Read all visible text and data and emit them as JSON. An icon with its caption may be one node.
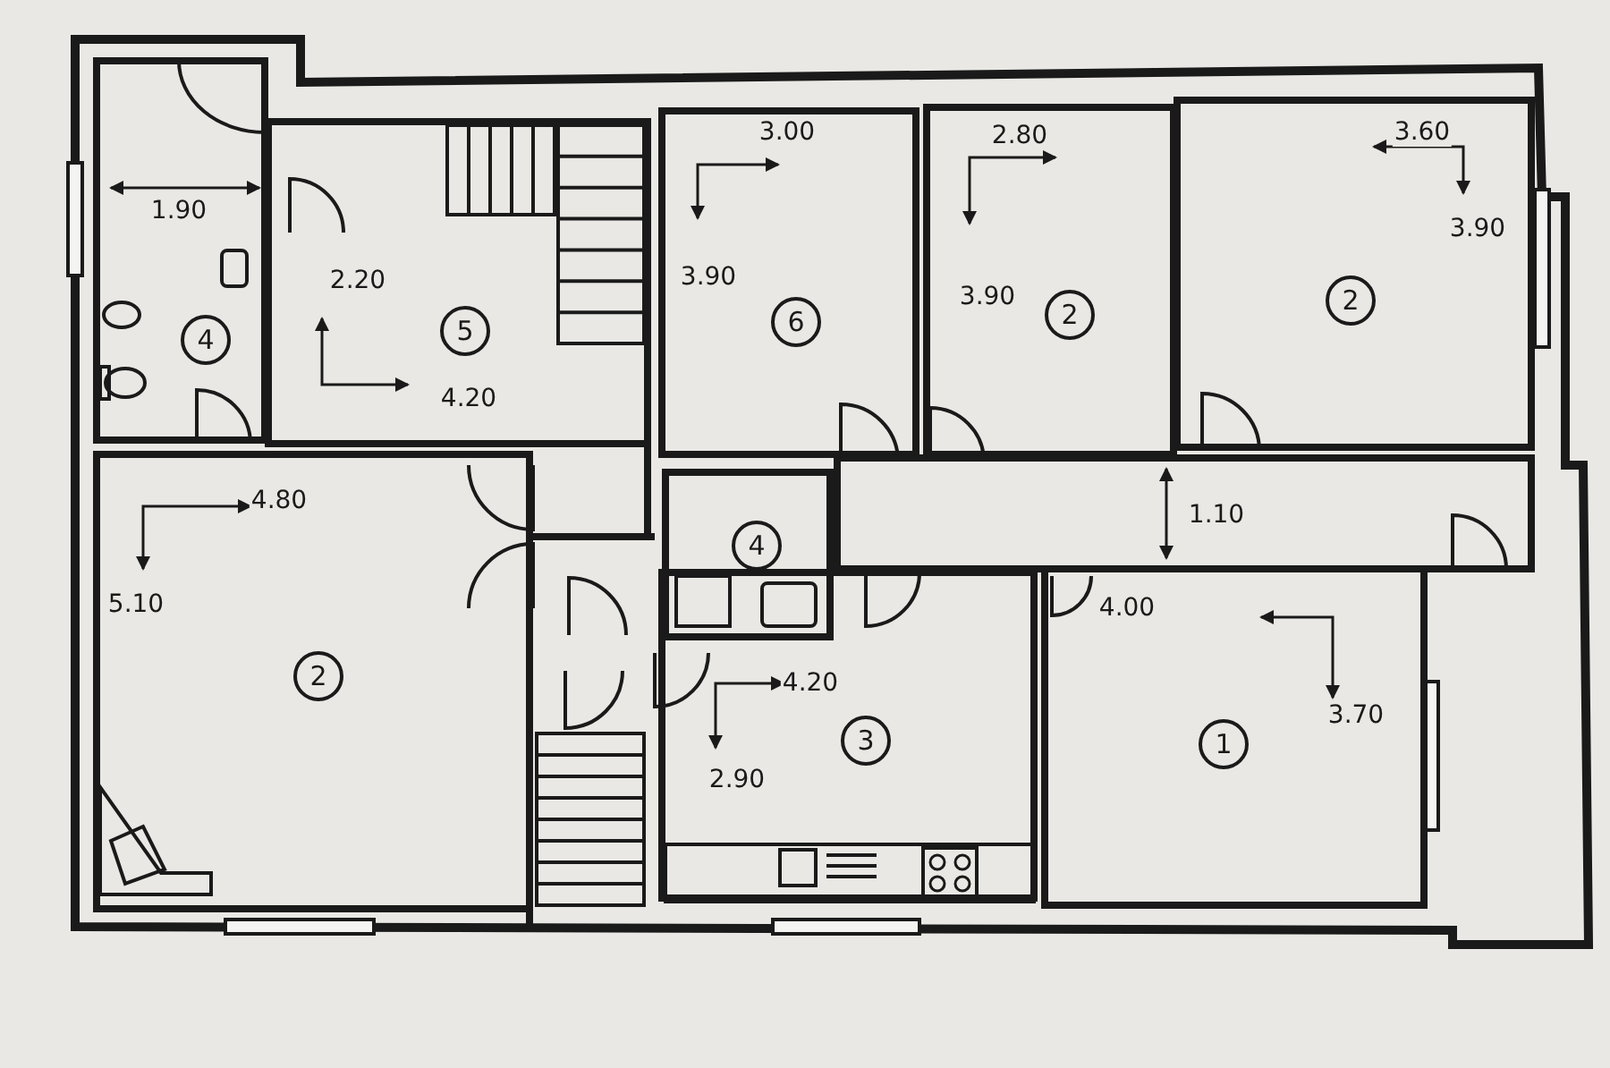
{
  "diagram": {
    "nodes": [
      {
        "text": [
          "1.90",
          "4"
        ]
      },
      {
        "text": [
          "2.20",
          "5",
          "4.20"
        ]
      },
      {
        "text": [
          "3.00",
          "3.90",
          "6"
        ]
      },
      {
        "text": [
          "2.80",
          "3.90",
          "2"
        ]
      },
      {
        "text": [
          "3.60",
          "3.90",
          "2"
        ]
      },
      {
        "text": [
          "4.80",
          "5.10",
          "2"
        ]
      },
      {
        "text": [
          "4"
        ]
      },
      {
        "text": [
          "1.10"
        ]
      },
      {
        "text": [
          "4.20",
          "3",
          "2.90"
        ]
      },
      {
        "text": [
          "4.00",
          "3.70",
          "1"
        ]
      }
    ],
    "edges": []
  }
}
